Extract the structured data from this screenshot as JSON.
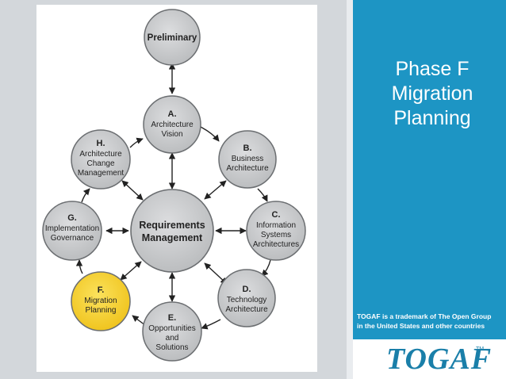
{
  "diagram": {
    "preliminary": "Preliminary",
    "phase_a": {
      "letter": "A.",
      "lines": [
        "Architecture",
        "Vision"
      ]
    },
    "phase_b": {
      "letter": "B.",
      "lines": [
        "Business",
        "Architecture"
      ]
    },
    "phase_c": {
      "letter": "C.",
      "lines": [
        "Information",
        "Systems",
        "Architectures"
      ]
    },
    "phase_d": {
      "letter": "D.",
      "lines": [
        "Technology",
        "Architecture"
      ]
    },
    "phase_e": {
      "letter": "E.",
      "lines": [
        "Opportunities",
        "and",
        "Solutions"
      ]
    },
    "phase_f": {
      "letter": "F.",
      "lines": [
        "Migration",
        "Planning"
      ]
    },
    "phase_g": {
      "letter": "G.",
      "lines": [
        "Implementation",
        "Governance"
      ]
    },
    "phase_h": {
      "letter": "H.",
      "lines": [
        "Architecture",
        "Change",
        "Management"
      ]
    },
    "center": {
      "lines": [
        "Requirements",
        "Management"
      ]
    }
  },
  "side_panel": {
    "title_lines": [
      "Phase F",
      "Migration",
      "Planning"
    ],
    "trademark_lines": [
      "TOGAF is a trademark of The Open Group",
      "in the United States and other countries"
    ],
    "logo_text": "TOGAF",
    "logo_tm": "TM"
  },
  "colors": {
    "panel_blue": "#1d95c4",
    "node_gray": "#c8cacc",
    "highlight_yellow": "#f6cf2a",
    "logo_blue": "#1a7fa9"
  }
}
